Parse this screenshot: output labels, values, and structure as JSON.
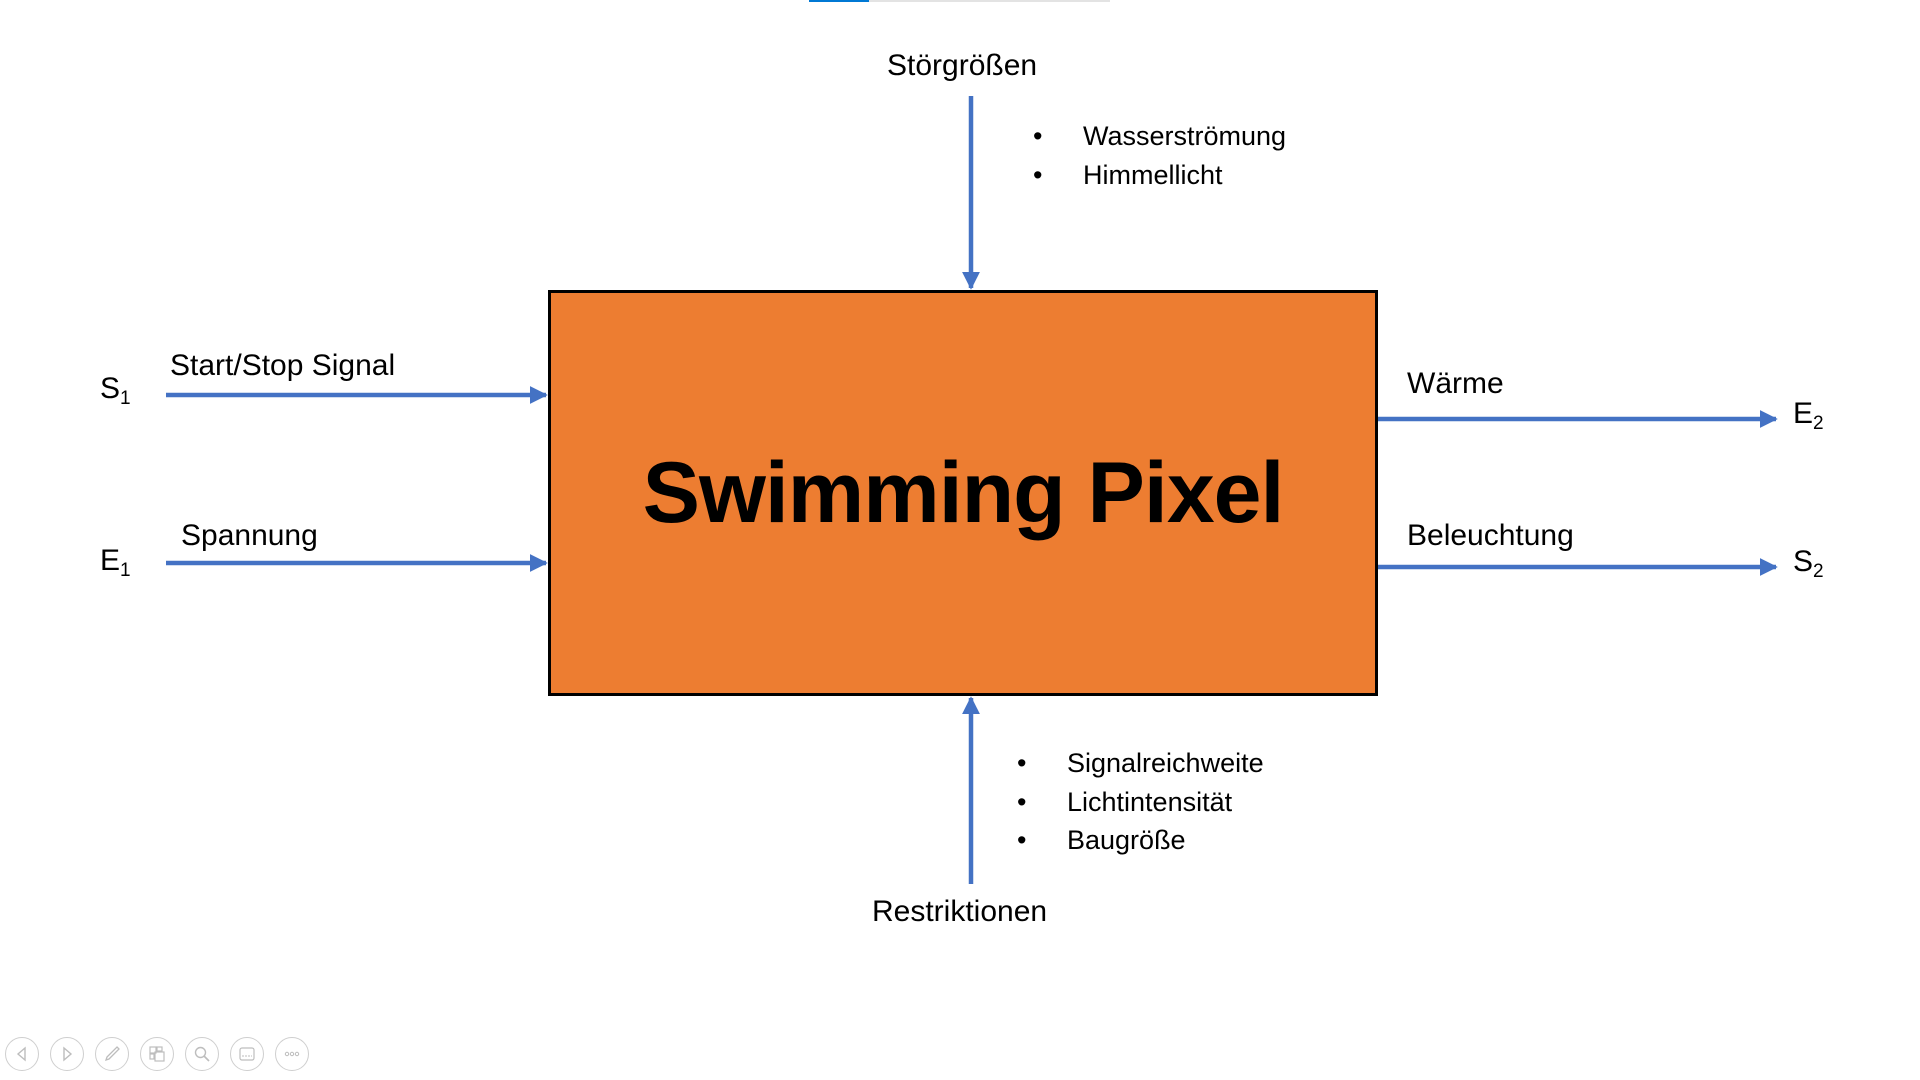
{
  "slide": {
    "progress_percent": 20,
    "title": "Swimming Pixel",
    "disturbances": {
      "label": "Störgrößen",
      "items": [
        "Wasserströmung",
        "Himmellicht"
      ]
    },
    "restrictions": {
      "label": "Restriktionen",
      "items": [
        "Signalreichweite",
        "Lichtintensität",
        "Baugröße"
      ]
    },
    "inputs": [
      {
        "symbol": "S",
        "index": "1",
        "label": "Start/Stop Signal"
      },
      {
        "symbol": "E",
        "index": "1",
        "label": "Spannung"
      }
    ],
    "outputs": [
      {
        "symbol": "E",
        "index": "2",
        "label": "Wärme"
      },
      {
        "symbol": "S",
        "index": "2",
        "label": "Beleuchtung"
      }
    ],
    "colors": {
      "box": "#ED7D31",
      "arrow": "#4472C4",
      "progress": "#0078d4"
    }
  },
  "toolbar": {
    "buttons": [
      {
        "icon": "previous-icon",
        "glyph": "◁"
      },
      {
        "icon": "next-icon",
        "glyph": "▷"
      },
      {
        "icon": "pen-icon",
        "glyph": "✎"
      },
      {
        "icon": "slides-icon",
        "glyph": "▣"
      },
      {
        "icon": "zoom-icon",
        "glyph": "⌕"
      },
      {
        "icon": "subtitles-icon",
        "glyph": "▭"
      },
      {
        "icon": "more-icon",
        "glyph": "∘∘∘"
      }
    ]
  }
}
